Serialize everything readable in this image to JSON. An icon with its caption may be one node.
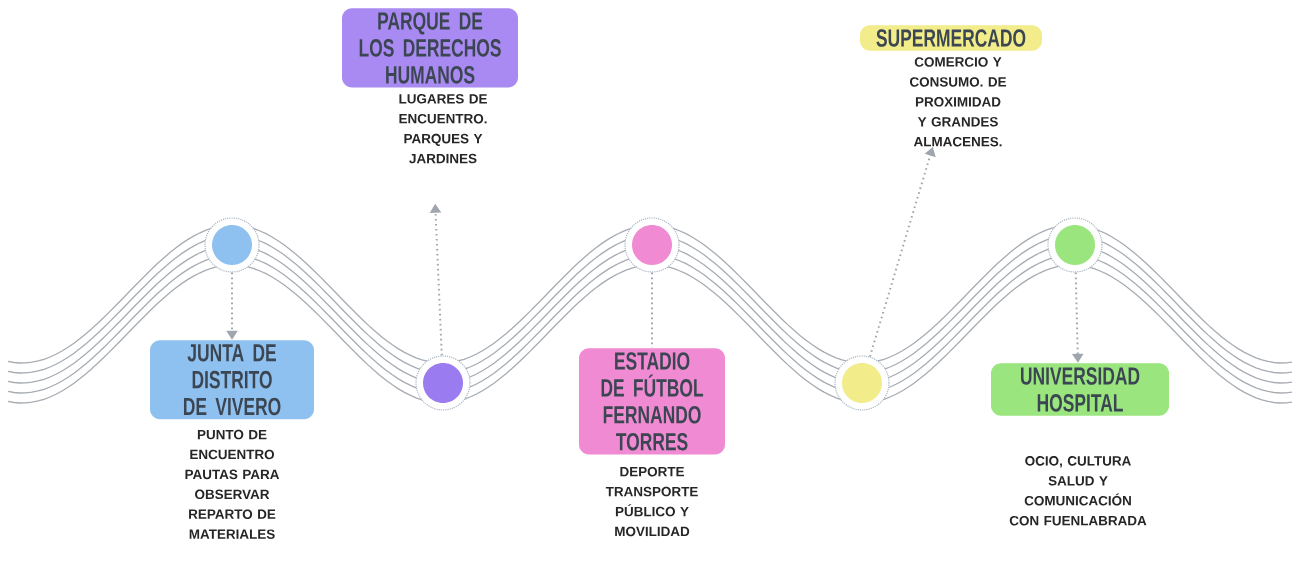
{
  "diagram": {
    "nodes": [
      {
        "text": [],
        "shape": "circle"
      },
      {
        "text": [],
        "shape": "circle"
      },
      {
        "text": [],
        "shape": "circle"
      },
      {
        "text": [],
        "shape": "circle"
      },
      {
        "text": [],
        "shape": "circle"
      },
      {
        "text": [
          "JUNTA DE DISTRITO DE VIVERO",
          "PUNTO DE ENCUENTRO PAUTAS PARA OBSERVAR REPARTO DE MATERIALES"
        ]
      },
      {
        "text": [
          "PARQUE DE LOS DERECHOS HUMANOS",
          "LUGARES DE ENCUENTRO. PARQUES Y JARDINES"
        ]
      },
      {
        "text": [
          "ESTADIO DE FÚTBOL FERNANDO TORRES",
          "DEPORTE TRANSPORTE PÚBLICO Y MOVILIDAD"
        ]
      },
      {
        "text": [
          "SUPERMERCADO",
          "COMERCIO Y CONSUMO. DE PROXIMIDAD Y GRANDES ALMACENES."
        ]
      },
      {
        "text": [
          "UNIVERSIDAD HOSPITAL",
          "OCIO, CULTURA SALUD Y COMUNICACIÓN CON FUENLABRADA"
        ]
      }
    ],
    "edges": [
      {
        "from": 0,
        "to": 5,
        "arrow": "to",
        "style": "dashed"
      },
      {
        "from": 1,
        "to": 6,
        "arrow": "to",
        "style": "dashed"
      },
      {
        "from": 2,
        "to": 7,
        "arrow": "none",
        "style": "dashed"
      },
      {
        "from": 3,
        "to": 8,
        "arrow": "to",
        "style": "dashed"
      },
      {
        "from": 4,
        "to": 9,
        "arrow": "to",
        "style": "dashed"
      }
    ]
  }
}
